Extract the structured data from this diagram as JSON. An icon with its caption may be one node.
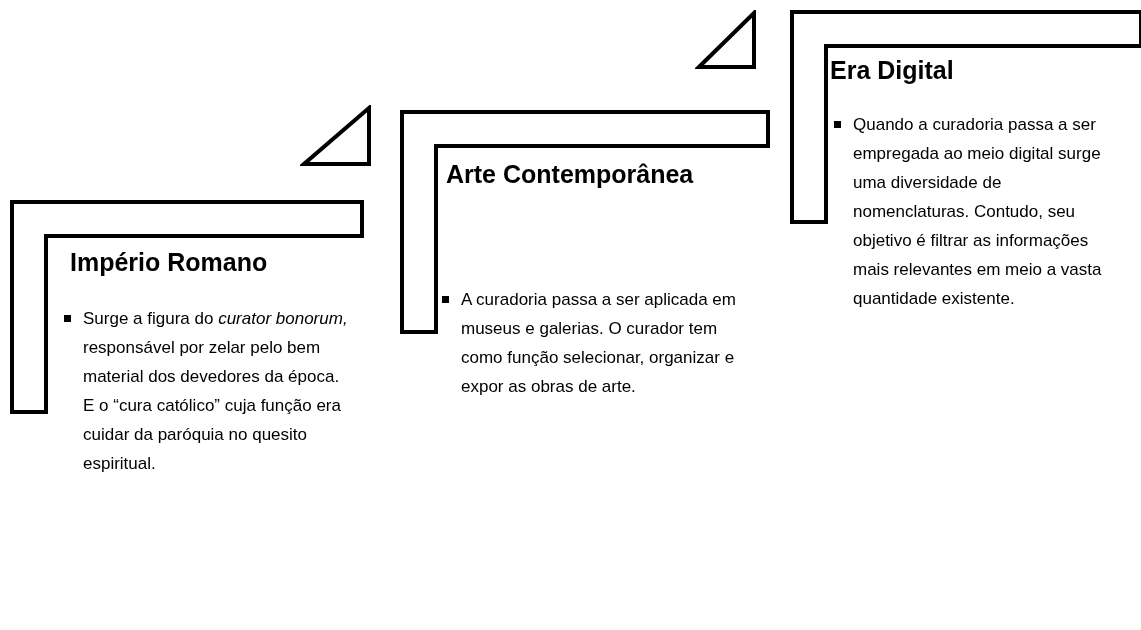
{
  "diagram": {
    "nodes": [
      {
        "text": [
          "Império Romano",
          "Surge a figura do *curator bonorum,* responsável por zelar pelo bem material dos devedores da época. E o “cura católico” cuja função era cuidar da paróquia no quesito espiritual."
        ]
      },
      {
        "text": [
          "Arte Contemporânea",
          "A curadoria passa a ser aplicada em museus e galerias. O curador tem como função selecionar, organizar e expor as obras de arte."
        ]
      },
      {
        "text": [
          "Era Digital",
          "Quando a curadoria passa a ser empregada ao meio digital surge uma diversidade de nomenclaturas. Contudo, seu objetivo é filtrar as informações mais relevantes em meio a vasta quantidade existente."
        ]
      }
    ]
  }
}
